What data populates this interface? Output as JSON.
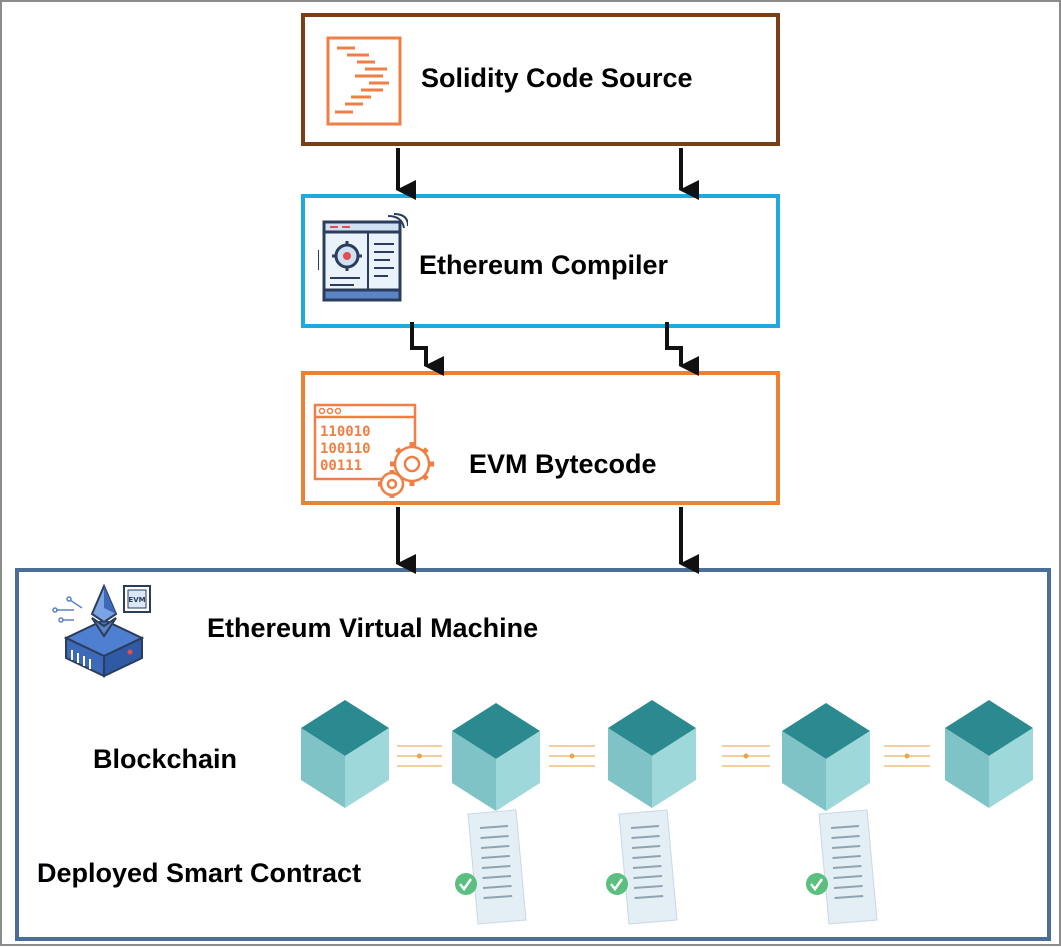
{
  "flow": {
    "source_label": "Solidity Code Source",
    "compiler_label": "Ethereum Compiler",
    "bytecode_label": "EVM Bytecode",
    "evm_label": "Ethereum Virtual Machine"
  },
  "evm": {
    "blockchain_label": "Blockchain",
    "contract_label": "Deployed Smart Contract",
    "chip_text": "EVM"
  },
  "bytecode_icon": {
    "lines": [
      "110010",
      "100110",
      "00111"
    ]
  },
  "colors": {
    "source_border": "#7b3f17",
    "compiler_border": "#1fa9e1",
    "bytecode_border": "#ea8236",
    "evm_border": "#4a6d9a",
    "icon_orange": "#ef7f45",
    "cube_top": "#2b8a8f",
    "cube_left": "#7fc3c6",
    "cube_right": "#9fd8da"
  }
}
